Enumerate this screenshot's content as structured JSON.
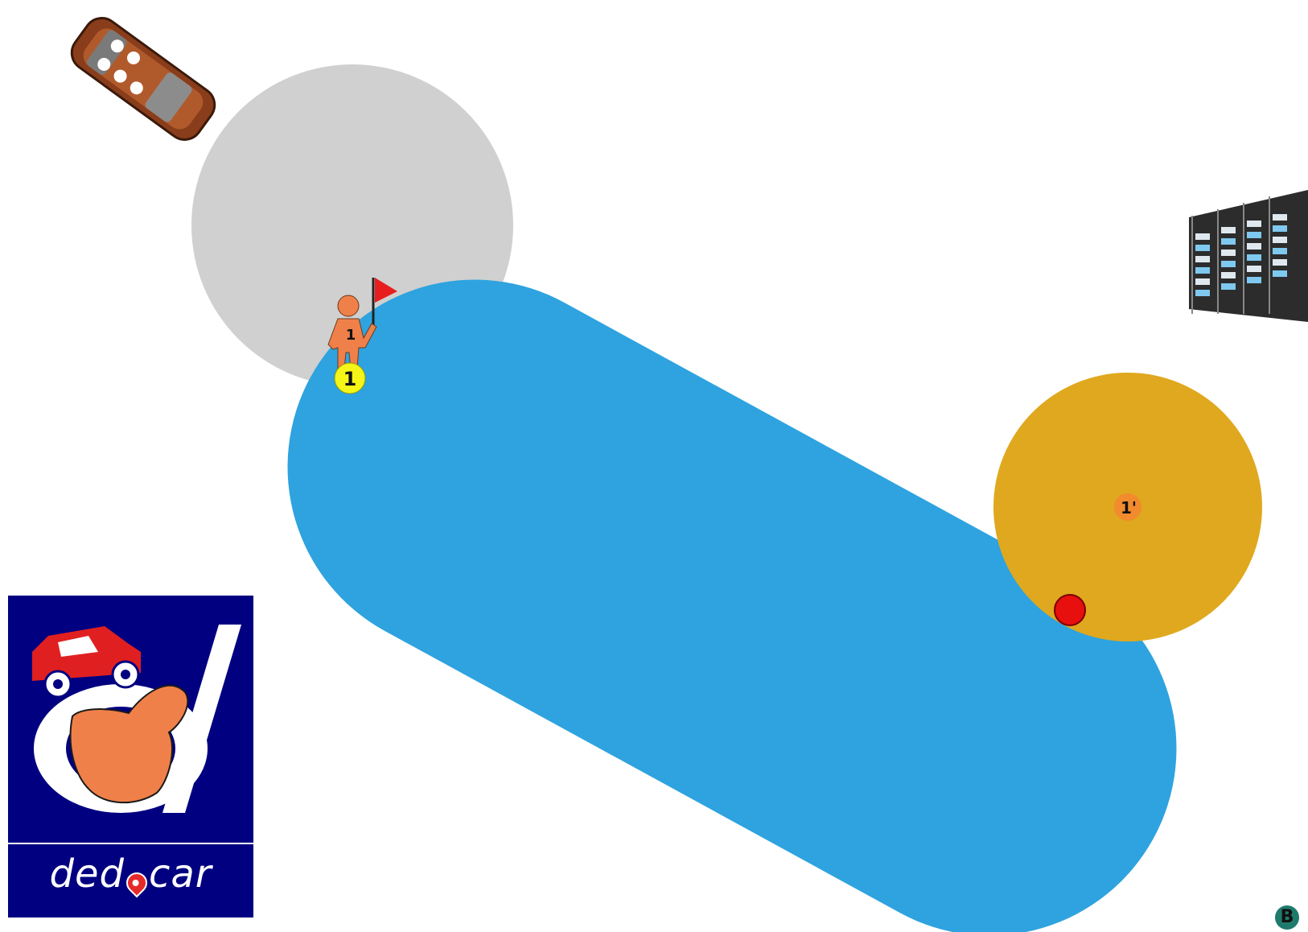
{
  "scene": {
    "pickup_marker_label": "1",
    "person_shirt_number": "1",
    "dropoff_marker_label": "1'",
    "corner_badge": "B",
    "colors": {
      "background": "#ffffff",
      "pickup_zone": "#d0d0d0",
      "route": "#2ea3df",
      "dropoff_zone": "#e0a81e",
      "pickup_marker": "#f5f517",
      "dropoff_marker": "#f28a2e",
      "end_point": "#e80f0f",
      "flag": "#e81e1e",
      "person": "#f0804a"
    },
    "icons": [
      "car-icon",
      "server-rack-icon",
      "person-icon",
      "flag-icon"
    ]
  },
  "logo": {
    "brand_text_before": "ded",
    "brand_text_after": "car",
    "colors": {
      "background": "#000080",
      "car": "#e02020",
      "hand": "#f0804a",
      "letter": "#ffffff"
    }
  }
}
